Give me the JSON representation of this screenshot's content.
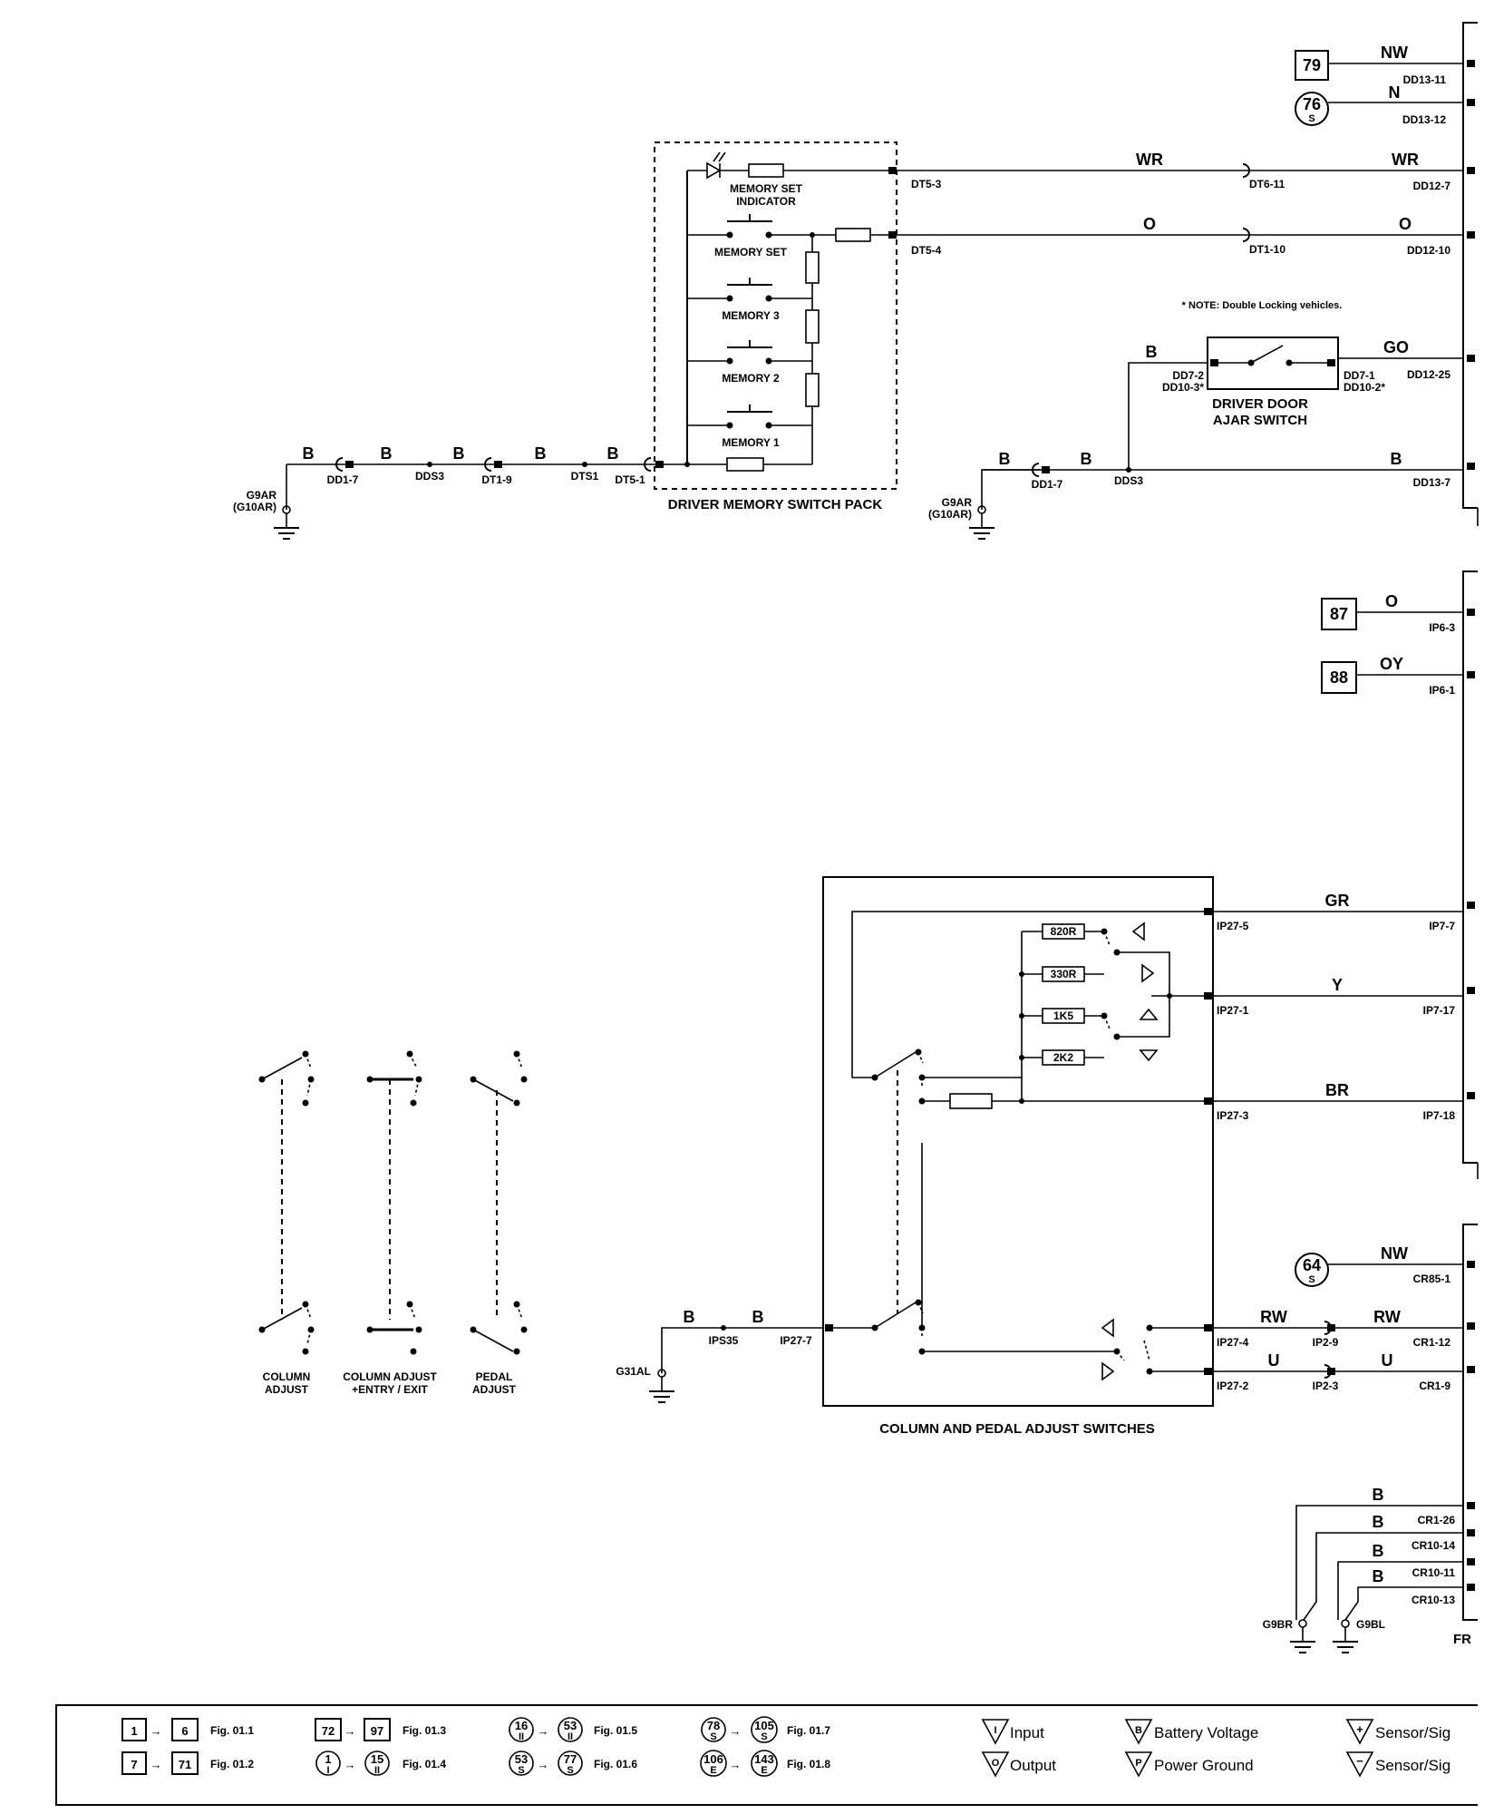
{
  "wires": {
    "nw_top": "NW",
    "n_top": "N",
    "wr_left": "WR",
    "wr_right": "WR",
    "o_left": "O",
    "o_right": "O",
    "b_door": "B",
    "go": "GO",
    "b_bottom": "B",
    "b1": "B",
    "b2": "B",
    "b3": "B",
    "b4": "B",
    "b5": "B",
    "b_g9a": "B",
    "b_g9b": "B",
    "o_87": "O",
    "oy_88": "OY",
    "gr": "GR",
    "y": "Y",
    "br": "BR",
    "nw_64": "NW",
    "rw_left": "RW",
    "rw_right": "RW",
    "u_left": "U",
    "u_right": "U",
    "b_g31": "B",
    "b_g31b": "B",
    "b_cr1": "B",
    "b_cr2": "B",
    "b_cr3": "B",
    "b_cr4": "B"
  },
  "connectors": {
    "dd13_11": "DD13-11",
    "dd13_12": "DD13-12",
    "dt5_3": "DT5-3",
    "dt6_11": "DT6-11",
    "dd12_7": "DD12-7",
    "dt5_4": "DT5-4",
    "dt1_10": "DT1-10",
    "dd12_10": "DD12-10",
    "dd7_2": "DD7-2",
    "dd10_3": "DD10-3*",
    "dd7_1": "DD7-1",
    "dd10_2": "DD10-2*",
    "dd12_25": "DD12-25",
    "dd1_7a": "DD1-7",
    "dds3a": "DDS3",
    "dt1_9": "DT1-9",
    "dts1": "DTS1",
    "dt5_1": "DT5-1",
    "dd1_7b": "DD1-7",
    "dds3b": "DDS3",
    "dd13_7": "DD13-7",
    "ip6_3": "IP6-3",
    "ip6_1": "IP6-1",
    "ip27_5": "IP27-5",
    "ip7_7": "IP7-7",
    "ip27_1": "IP27-1",
    "ip7_17": "IP7-17",
    "ip27_3": "IP27-3",
    "ip7_18": "IP7-18",
    "cr85_1": "CR85-1",
    "ip27_4": "IP27-4",
    "ip2_9": "IP2-9",
    "cr1_12": "CR1-12",
    "ip27_2": "IP27-2",
    "ip2_3": "IP2-3",
    "cr1_9": "CR1-9",
    "ips35": "IPS35",
    "ip27_7": "IP27-7",
    "cr1_26": "CR1-26",
    "cr10_14": "CR10-14",
    "cr10_11": "CR10-11",
    "cr10_13": "CR10-13"
  },
  "grounds": {
    "g9ar_a": "G9AR",
    "g10ar_a": "(G10AR)",
    "g9ar_b": "G9AR",
    "g10ar_b": "(G10AR)",
    "g31al": "G31AL",
    "g9br": "G9BR",
    "g9bl": "G9BL"
  },
  "refs": {
    "r79": "79",
    "r76": "76",
    "r76_sub": "S",
    "r87": "87",
    "r88": "88",
    "r64": "64",
    "r64_sub": "S"
  },
  "components": {
    "memory_set_indicator_1": "MEMORY SET",
    "memory_set_indicator_2": "INDICATOR",
    "memory_set": "MEMORY SET",
    "memory_3": "MEMORY 3",
    "memory_2": "MEMORY 2",
    "memory_1": "MEMORY 1",
    "driver_memory_switch_pack": "DRIVER MEMORY SWITCH PACK",
    "note": "* NOTE: Double Locking vehicles.",
    "driver_door_1": "DRIVER DOOR",
    "driver_door_2": "AJAR SWITCH",
    "r820": "820R",
    "r330": "330R",
    "r1k5": "1K5",
    "r2k2": "2K2",
    "column_pedal_switches": "COLUMN AND PEDAL ADJUST SWITCHES",
    "col_adjust_1": "COLUMN",
    "col_adjust_2": "ADJUST",
    "col_entry_1": "COLUMN ADJUST",
    "col_entry_2": "+ENTRY / EXIT",
    "pedal_1": "PEDAL",
    "pedal_2": "ADJUST",
    "fr_cut": "FR"
  },
  "legend": {
    "b1": "1",
    "b6": "6",
    "fig011": "Fig. 01.1",
    "b7": "7",
    "b71": "71",
    "fig012": "Fig. 01.2",
    "b72": "72",
    "b97": "97",
    "fig013": "Fig. 01.3",
    "c1": "1",
    "c1s": "I",
    "c15": "15",
    "c15s": "II",
    "fig014": "Fig. 01.4",
    "c16": "16",
    "c16s": "II",
    "c53a": "53",
    "c53as": "II",
    "fig015": "Fig. 01.5",
    "c53b": "53",
    "c53bs": "S",
    "c77": "77",
    "c77s": "S",
    "fig016": "Fig. 01.6",
    "c78": "78",
    "c78s": "S",
    "c105a": "105",
    "c105as": "S",
    "fig017": "Fig. 01.7",
    "c106": "106",
    "c106s": "E",
    "c143": "143",
    "c143s": "E",
    "fig018": "Fig. 01.8",
    "input_sym": "I",
    "input": "Input",
    "output_sym": "O",
    "output": "Output",
    "batt_sym": "B",
    "battery": "Battery Voltage",
    "pgnd_sym": "P",
    "power_ground": "Power Ground",
    "sensor_plus": "Sensor/Sig",
    "sensor_minus": "Sensor/Sig"
  }
}
